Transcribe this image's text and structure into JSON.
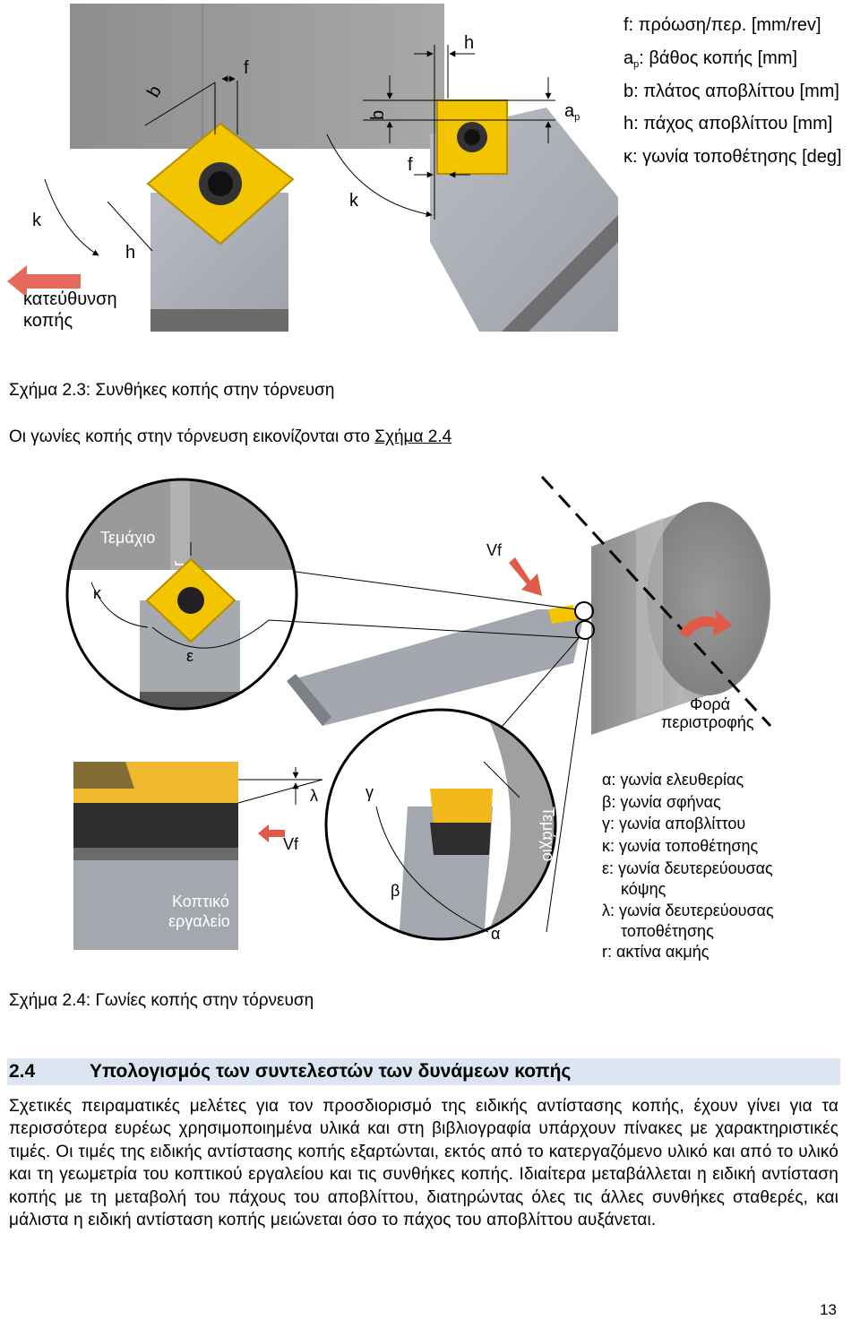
{
  "figure1": {
    "legend": [
      "f: πρόωση/περ. [mm/rev]",
      "βάθος κοπής [mm]",
      "b: πλάτος αποβλίττου [mm]",
      "h: πάχος αποβλίττου [mm]",
      "κ: γωνία τοποθέτησης [deg]"
    ],
    "legend_ap_symbol": "a",
    "legend_ap_sub": "p",
    "labels": {
      "b": "b",
      "f": "f",
      "h": "h",
      "k": "k",
      "a": "a",
      "p": "p",
      "direction_line1": "κατεύθυνση",
      "direction_line2": "κοπής"
    },
    "caption": "Σχήμα 2.3: Συνθήκες κοπής στην τόρνευση"
  },
  "intro_text": "Οι γωνίες κοπής στην τόρνευση εικονίζονται στο ",
  "intro_link": "Σχήμα 2.4",
  "figure2": {
    "labels": {
      "workpiece": "Τεμάχιο",
      "r": "r",
      "kappa": "κ",
      "epsilon": "ε",
      "vf": "Vf",
      "rotation_line1": "Φορά",
      "rotation_line2": "περιστροφής",
      "lambda": "λ",
      "tool_line1": "Κοπτικό",
      "tool_line2": "εργαλείο",
      "gamma": "γ",
      "beta": "β",
      "alpha": "α",
      "workpiece_vertical": "Τεμάχιο"
    },
    "legend": [
      "α: γωνία ελευθερίας",
      "β: γωνία σφήνας",
      "γ: γωνία αποβλίττου",
      "κ: γωνία τοποθέτησης",
      "ε: γωνία δευτερεύουσας",
      "κόψης",
      "λ: γωνία δευτερεύουσας",
      "τοποθέτησης",
      "r: ακτίνα ακμής"
    ],
    "caption": "Σχήμα 2.4: Γωνίες κοπής στην τόρνευση"
  },
  "section": {
    "number": "2.4",
    "title": "Υπολογισμός των συντελεστών των δυνάμεων κοπής"
  },
  "paragraph": "Σχετικές πειραματικές μελέτες για τον προσδιορισμό της ειδικής αντίστασης κοπής, έχουν γίνει για τα περισσότερα ευρέως χρησιμοποιημένα υλικά και στη βιβλιογραφία υπάρχουν πίνακες με χαρακτηριστικές τιμές. Οι τιμές της ειδικής αντίστασης κοπής εξαρτώνται, εκτός από το κατεργαζόμενο υλικό και από το υλικό και τη γεωμετρία του κοπτικού εργαλείου και τις συνθήκες κοπής. Ιδιαίτερα μεταβάλλεται η ειδική αντίσταση κοπής με τη μεταβολή του πάχους του αποβλίττου, διατηρώντας όλες τις άλλες συνθήκες σταθερές, και μάλιστα η ειδική αντίσταση κοπής μειώνεται όσο το πάχος του αποβλίττου αυξάνεται.",
  "page_number": "13",
  "colors": {
    "insert_yellow": "#f3c400",
    "workpiece_gray": "#9a9a9a",
    "holder_gray": "#a9adb3",
    "arrow_red": "#e05a4a",
    "heading_bg": "#dbe5f1"
  }
}
